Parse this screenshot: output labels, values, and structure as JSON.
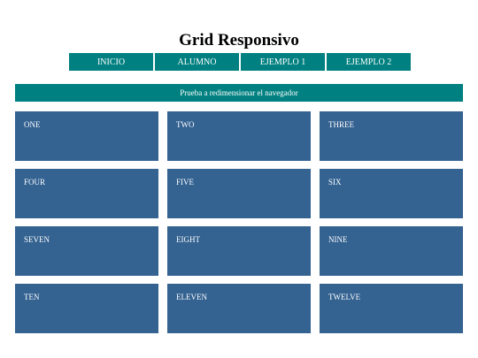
{
  "title": "Grid Responsivo",
  "nav": [
    "INICIO",
    "ALUMNO",
    "EJEMPLO 1",
    "EJEMPLO 2"
  ],
  "banner": "Prueba a redimensionar el navegador",
  "cards": [
    "ONE",
    "TWO",
    "THREE",
    "FOUR",
    "FIVE",
    "SIX",
    "SEVEN",
    "EIGHT",
    "NINE",
    "TEN",
    "ELEVEN",
    "TWELVE"
  ],
  "colors": {
    "teal": "#008080",
    "card_blue": "#346291",
    "text_light": "#ffffff"
  }
}
